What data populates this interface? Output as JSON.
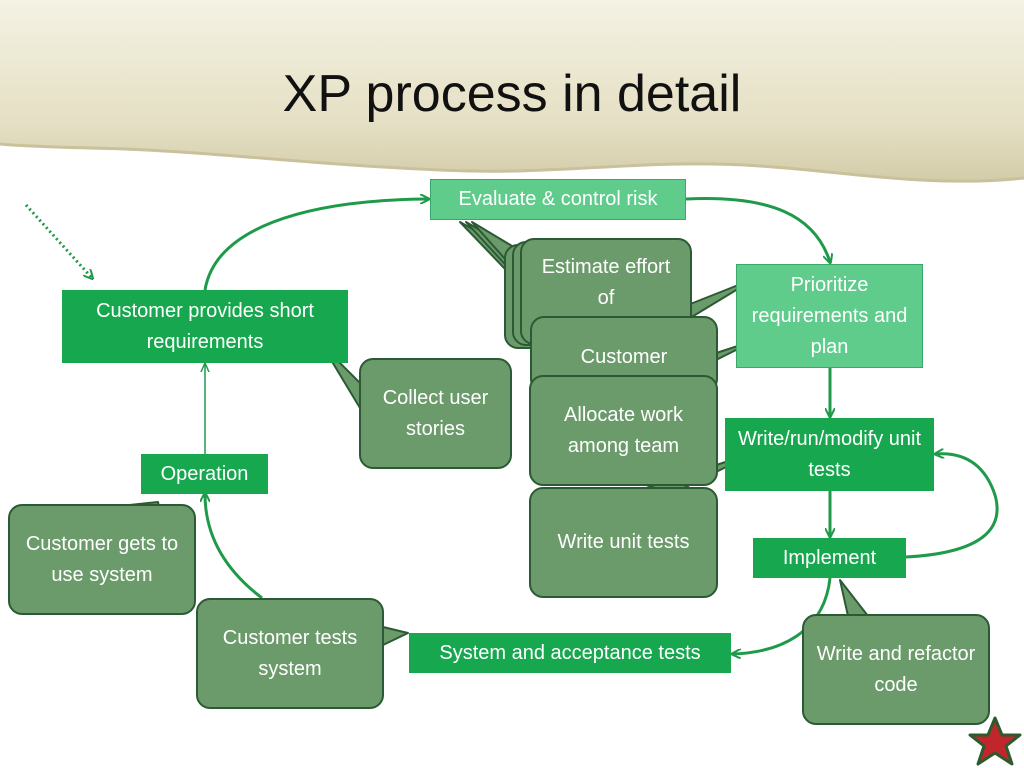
{
  "title": "XP process in detail",
  "colors": {
    "process_dark": "#17a84f",
    "process_light": "#5fcc8c",
    "callout_fill": "#6b9b6b",
    "callout_border": "#2c5a34",
    "arrow": "#1f9a4a",
    "banner": "#e6e2c9",
    "star": "#c0262c"
  },
  "process": {
    "evaluate": "Evaluate & control risk",
    "prioritize": "Prioritize requirements and plan",
    "customer_provides": "Customer provides short requirements",
    "operation": "Operation",
    "write_run_modify": "Write/run/modify unit tests",
    "implement": "Implement",
    "system_tests": "System and acceptance tests"
  },
  "callouts": {
    "collect_stories": "Collect user stories",
    "estimate_effort": "Estimate effort of",
    "customer": "Customer",
    "allocate_work": "Allocate work among team",
    "write_unit_tests": "Write unit tests",
    "customer_gets": "Customer gets to use system",
    "customer_tests": "Customer tests system",
    "write_refactor": "Write and refactor code"
  }
}
